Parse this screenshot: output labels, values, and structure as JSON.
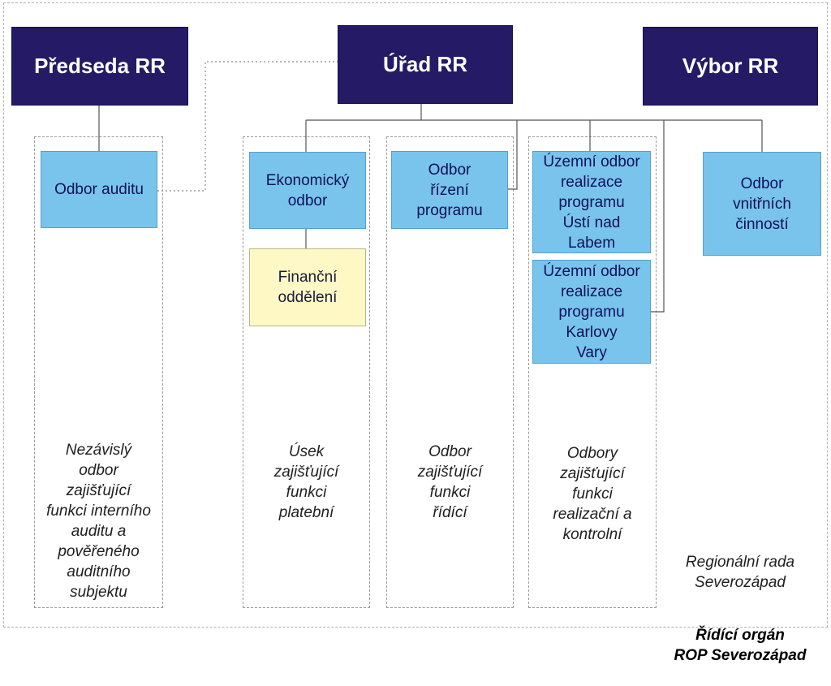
{
  "top_boxes": {
    "predseda": "Předseda RR",
    "urad": "Úřad RR",
    "vybor": "Výbor RR"
  },
  "departments": {
    "audit": "Odbor auditu",
    "ekonomicky": "Ekonomický\nodbor",
    "financni": "Finanční\noddělení",
    "rizeni": "Odbor\nřízení\nprogramu",
    "usti": "Územní odbor\nrealizace\nprogramu\nÚstí nad\nLabem",
    "karlovy": "Územní odbor\nrealizace\nprogramu\nKarlovy\nVary",
    "vnitrni": "Odbor\nvnitřních\nčinností"
  },
  "captions": {
    "audit_group": "Nezávislý\nodbor\nzajišťující\nfunkci interního\nauditu a\npověřeného\nauditního\nsubjektu",
    "platebni_group": "Úsek\nzajišťující\nfunkci\nplatební",
    "ridici_group": "Odbor\nzajišťující\nfunkci\nřídící",
    "realizacni_group": "Odbory\nzajišťující\nfunkci\nrealizační a\nkontrolní"
  },
  "footer": {
    "name": "Regionální rada\nSeverozápad",
    "role": "Řídící orgán\nROP Severozápad"
  },
  "colors": {
    "top_box": "#241a66",
    "department_box": "#78c4ec",
    "finance_box": "#fdf8c4",
    "lines": "#555555"
  }
}
